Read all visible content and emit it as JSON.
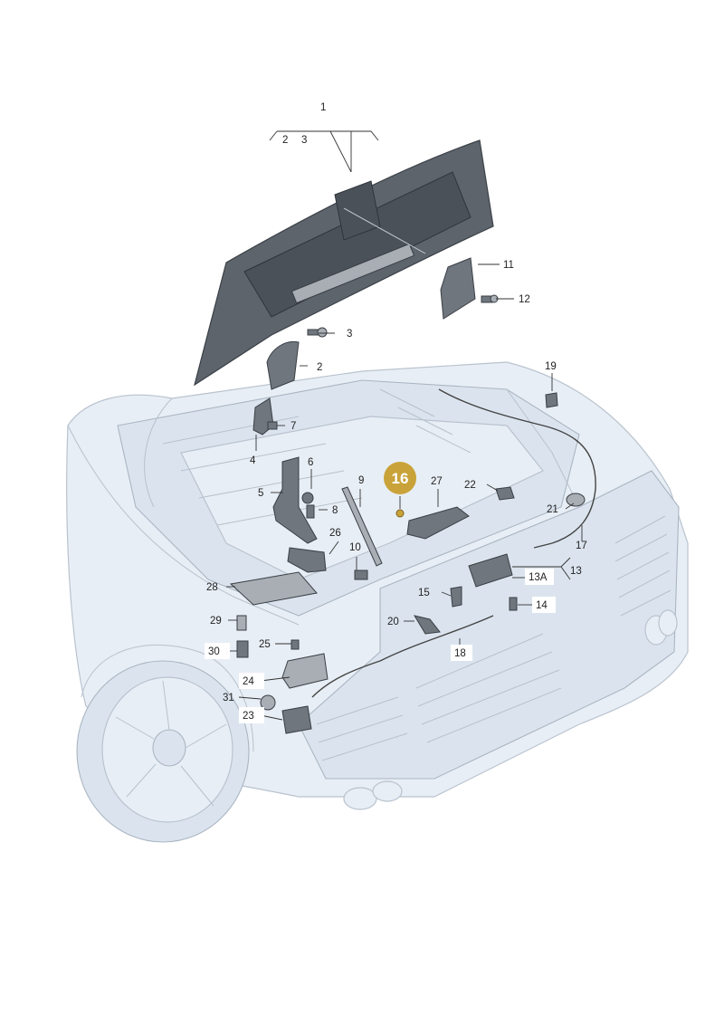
{
  "callouts": {
    "c1": "1",
    "c2": "2",
    "c3": "3",
    "c2b": "2",
    "c3b": "3",
    "c4": "4",
    "c5": "5",
    "c6": "6",
    "c7": "7",
    "c8": "8",
    "c9": "9",
    "c10": "10",
    "c11": "11",
    "c12": "12",
    "c13": "13",
    "c13a": "13A",
    "c14": "14",
    "c15": "15",
    "c16": "16",
    "c17": "17",
    "c18": "18",
    "c19": "19",
    "c20": "20",
    "c21": "21",
    "c22": "22",
    "c23": "23",
    "c24": "24",
    "c25": "25",
    "c26": "26",
    "c27": "27",
    "c28": "28",
    "c29": "29",
    "c30": "30",
    "c31": "31"
  },
  "colors": {
    "highlight": "#c9a339",
    "part_dark": "#5d646c",
    "car_body": "#e8eef5",
    "label_text": "#222222"
  }
}
